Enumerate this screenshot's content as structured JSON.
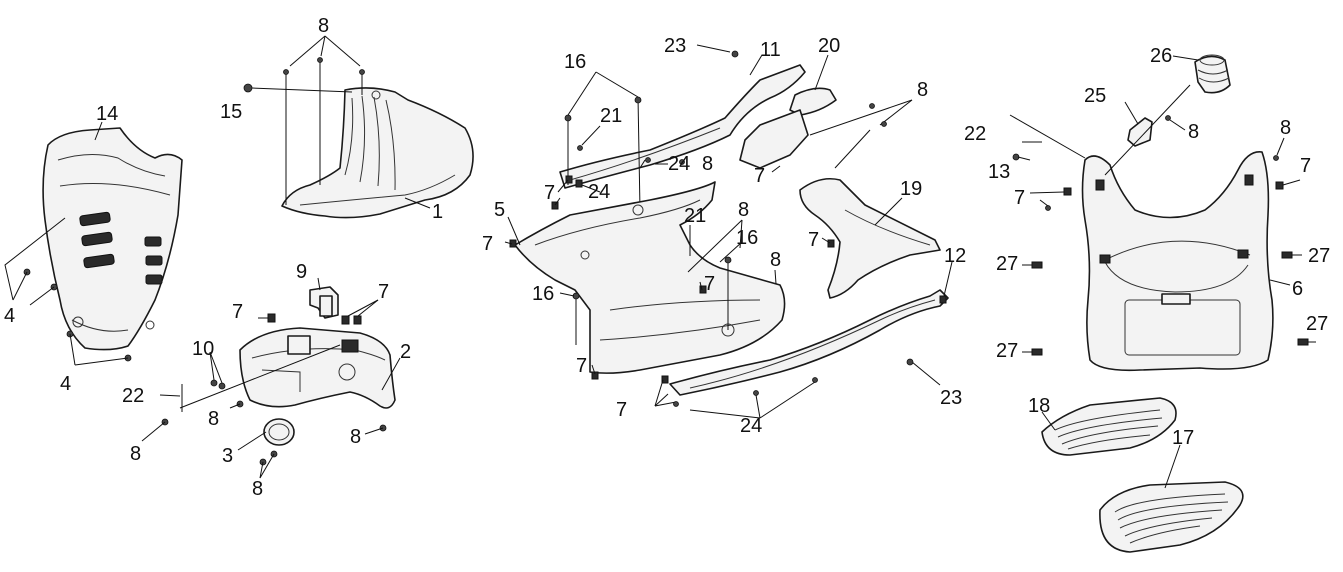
{
  "callouts": {
    "c14": "14",
    "c4a": "4",
    "c4b": "4",
    "c8top": "8",
    "c15": "15",
    "c1": "1",
    "c9": "9",
    "c7a": "7",
    "c7b": "7",
    "c10": "10",
    "c2": "2",
    "c22a": "22",
    "c8a": "8",
    "c8b": "8",
    "c8c": "8",
    "c3": "3",
    "c8d": "8",
    "c23a": "23",
    "c11": "11",
    "c20": "20",
    "c16a": "16",
    "c21a": "21",
    "c24a": "24",
    "c8e": "8",
    "c8f": "8",
    "c7c": "7",
    "c24b": "24",
    "c5": "5",
    "c7d": "7",
    "c21b": "21",
    "c8g": "8",
    "c16b": "16",
    "c7e": "7",
    "c19": "19",
    "c12": "12",
    "c16c": "16",
    "c8h": "8",
    "c7f": "7",
    "c7g": "7",
    "c7h": "7",
    "c24c": "24",
    "c23b": "23",
    "c26": "26",
    "c25": "25",
    "c8i": "8",
    "c22b": "22",
    "c13": "13",
    "c8j": "8",
    "c7i": "7",
    "c7j": "7",
    "c27a": "27",
    "c27b": "27",
    "c6": "6",
    "c27c": "27",
    "c27d": "27",
    "c18": "18",
    "c17": "17"
  }
}
